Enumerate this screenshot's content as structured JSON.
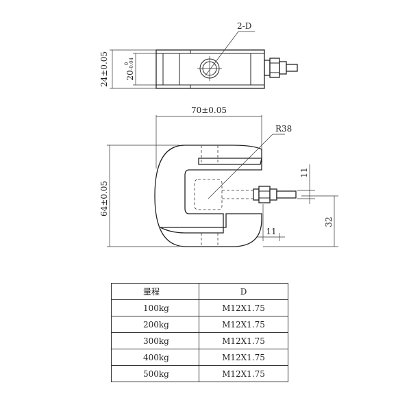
{
  "dimensions": {
    "hole_callout": "2-D",
    "height_outer": "24±0.05",
    "height_inner": "20",
    "height_inner_tol_upper": "0",
    "height_inner_tol_lower": "-0.04",
    "width": "70±0.05",
    "radius": "R38",
    "height_body": "64±0.05",
    "thread_dia": "11",
    "thread_len": "11",
    "center_height": "32"
  },
  "table": {
    "headers": [
      "量程",
      "D"
    ],
    "rows": [
      [
        "100kg",
        "M12X1.75"
      ],
      [
        "200kg",
        "M12X1.75"
      ],
      [
        "300kg",
        "M12X1.75"
      ],
      [
        "400kg",
        "M12X1.75"
      ],
      [
        "500kg",
        "M12X1.75"
      ]
    ]
  }
}
